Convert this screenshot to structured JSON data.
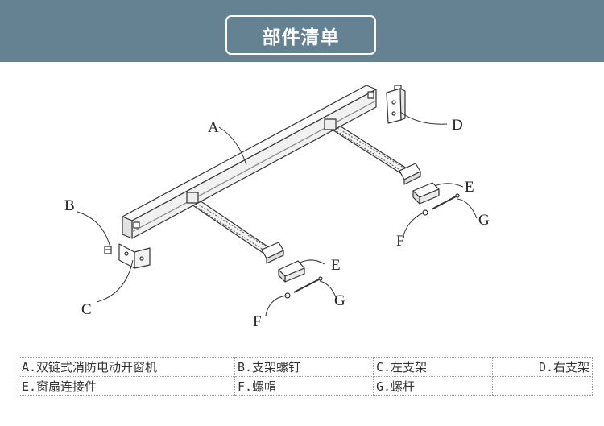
{
  "header": {
    "title": "部件清单"
  },
  "diagram": {
    "callouts": {
      "a": "A",
      "b": "B",
      "c": "C",
      "d": "D",
      "e": "E",
      "f": "F",
      "g": "G"
    }
  },
  "parts_table": {
    "rows": [
      [
        "A.双链式消防电动开窗机",
        "B.支架螺钉",
        "C.左支架",
        "D.右支架"
      ],
      [
        "E.窗扇连接件",
        "F.螺帽",
        "G.螺杆",
        ""
      ]
    ]
  }
}
